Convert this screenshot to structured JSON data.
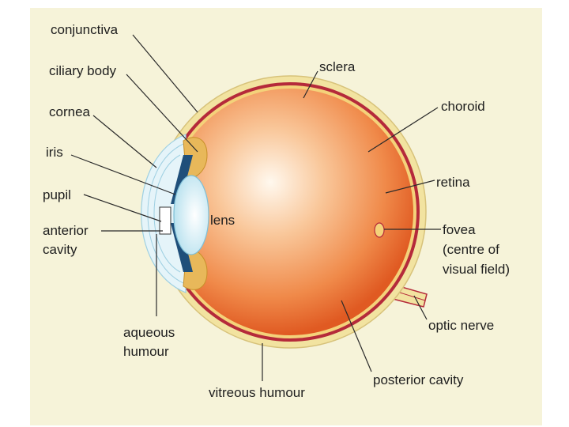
{
  "labels": {
    "conjunctiva": "conjunctiva",
    "ciliary_body": "ciliary body",
    "cornea": "cornea",
    "iris": "iris",
    "pupil": "pupil",
    "anterior_cavity_1": "anterior",
    "anterior_cavity_2": "cavity",
    "aqueous_humour_1": "aqueous",
    "aqueous_humour_2": "humour",
    "sclera": "sclera",
    "choroid": "choroid",
    "retina": "retina",
    "lens": "lens",
    "fovea_1": "fovea",
    "fovea_2": "(centre of",
    "fovea_3": "visual field)",
    "optic_nerve": "optic nerve",
    "posterior_cavity": "posterior cavity",
    "vitreous_humour": "vitreous humour"
  },
  "colors": {
    "background": "#f6f3d9",
    "eyeball_center": "#fff6ea",
    "eyeball_edge": "#e8642a",
    "sclera_band": "#f2e3a0",
    "choroid": "#b52a3a",
    "retina": "#f4d27a",
    "cornea": "#d7eef6",
    "lens": "#d9f1f8",
    "iris": "#1f4f7a",
    "ciliary_body": "#e8b85a"
  }
}
